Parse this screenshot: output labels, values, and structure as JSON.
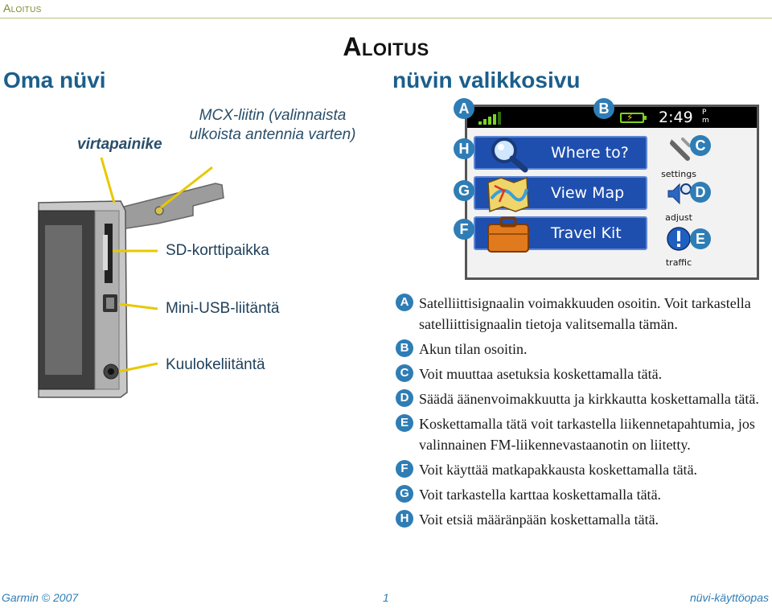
{
  "header": {
    "section_tag": "Aloitus"
  },
  "page_title": "Aloitus",
  "left_section": {
    "heading": "Oma nüvi",
    "labels": {
      "power": "virtapainike",
      "mcx": "MCX-liitin (valinnaista ulkoista antennia varten)",
      "sd": "SD-korttipaikka",
      "usb": "Mini-USB-liitäntä",
      "audio": "Kuulokeliitäntä"
    }
  },
  "right_section": {
    "heading": "nüvin valikkosivu",
    "screen": {
      "clock": "2:49",
      "ampm_top": "P",
      "ampm_bottom": "m",
      "signal_level": 0.8,
      "menu": [
        {
          "label": "Where to?",
          "icon": "magnifier-icon"
        },
        {
          "label": "View Map",
          "icon": "map-icon"
        },
        {
          "label": "Travel Kit",
          "icon": "suitcase-icon"
        }
      ],
      "side": [
        {
          "label": "settings",
          "icon": "wrench-icon"
        },
        {
          "label": "adjust",
          "icon": "speaker-icon"
        },
        {
          "label": "traffic",
          "icon": "warning-icon"
        }
      ]
    },
    "badges": [
      "A",
      "B",
      "C",
      "D",
      "E",
      "F",
      "G",
      "H"
    ]
  },
  "descriptions": [
    {
      "letter": "A",
      "text": "Satelliittisignaalin voimakkuuden osoitin. Voit tarkastella satelliittisignaalin tietoja valitsemalla tämän."
    },
    {
      "letter": "B",
      "text": "Akun tilan osoitin."
    },
    {
      "letter": "C",
      "text": "Voit muuttaa asetuksia koskettamalla tätä."
    },
    {
      "letter": "D",
      "text": "Säädä äänenvoimakkuutta ja kirkkautta koskettamalla tätä."
    },
    {
      "letter": "E",
      "text": "Koskettamalla tätä voit tarkastella liikennetapahtumia, jos valinnainen FM-liikennevastaanotin on liitetty."
    },
    {
      "letter": "F",
      "text": "Voit käyttää matkapakkausta koskettamalla tätä."
    },
    {
      "letter": "G",
      "text": "Voit tarkastella karttaa koskettamalla tätä."
    },
    {
      "letter": "H",
      "text": "Voit etsiä määränpään koskettamalla tätä."
    }
  ],
  "footer": {
    "copyright": "Garmin © 2007",
    "page_number": "1",
    "manual_name": "nüvi-käyttöopas"
  },
  "colors": {
    "accent_blue": "#2f7db5",
    "heading_blue": "#1b5e8c",
    "menu_button": "#1f4fae",
    "signal_green": "#7ed321",
    "callout_line": "#e8c800"
  }
}
